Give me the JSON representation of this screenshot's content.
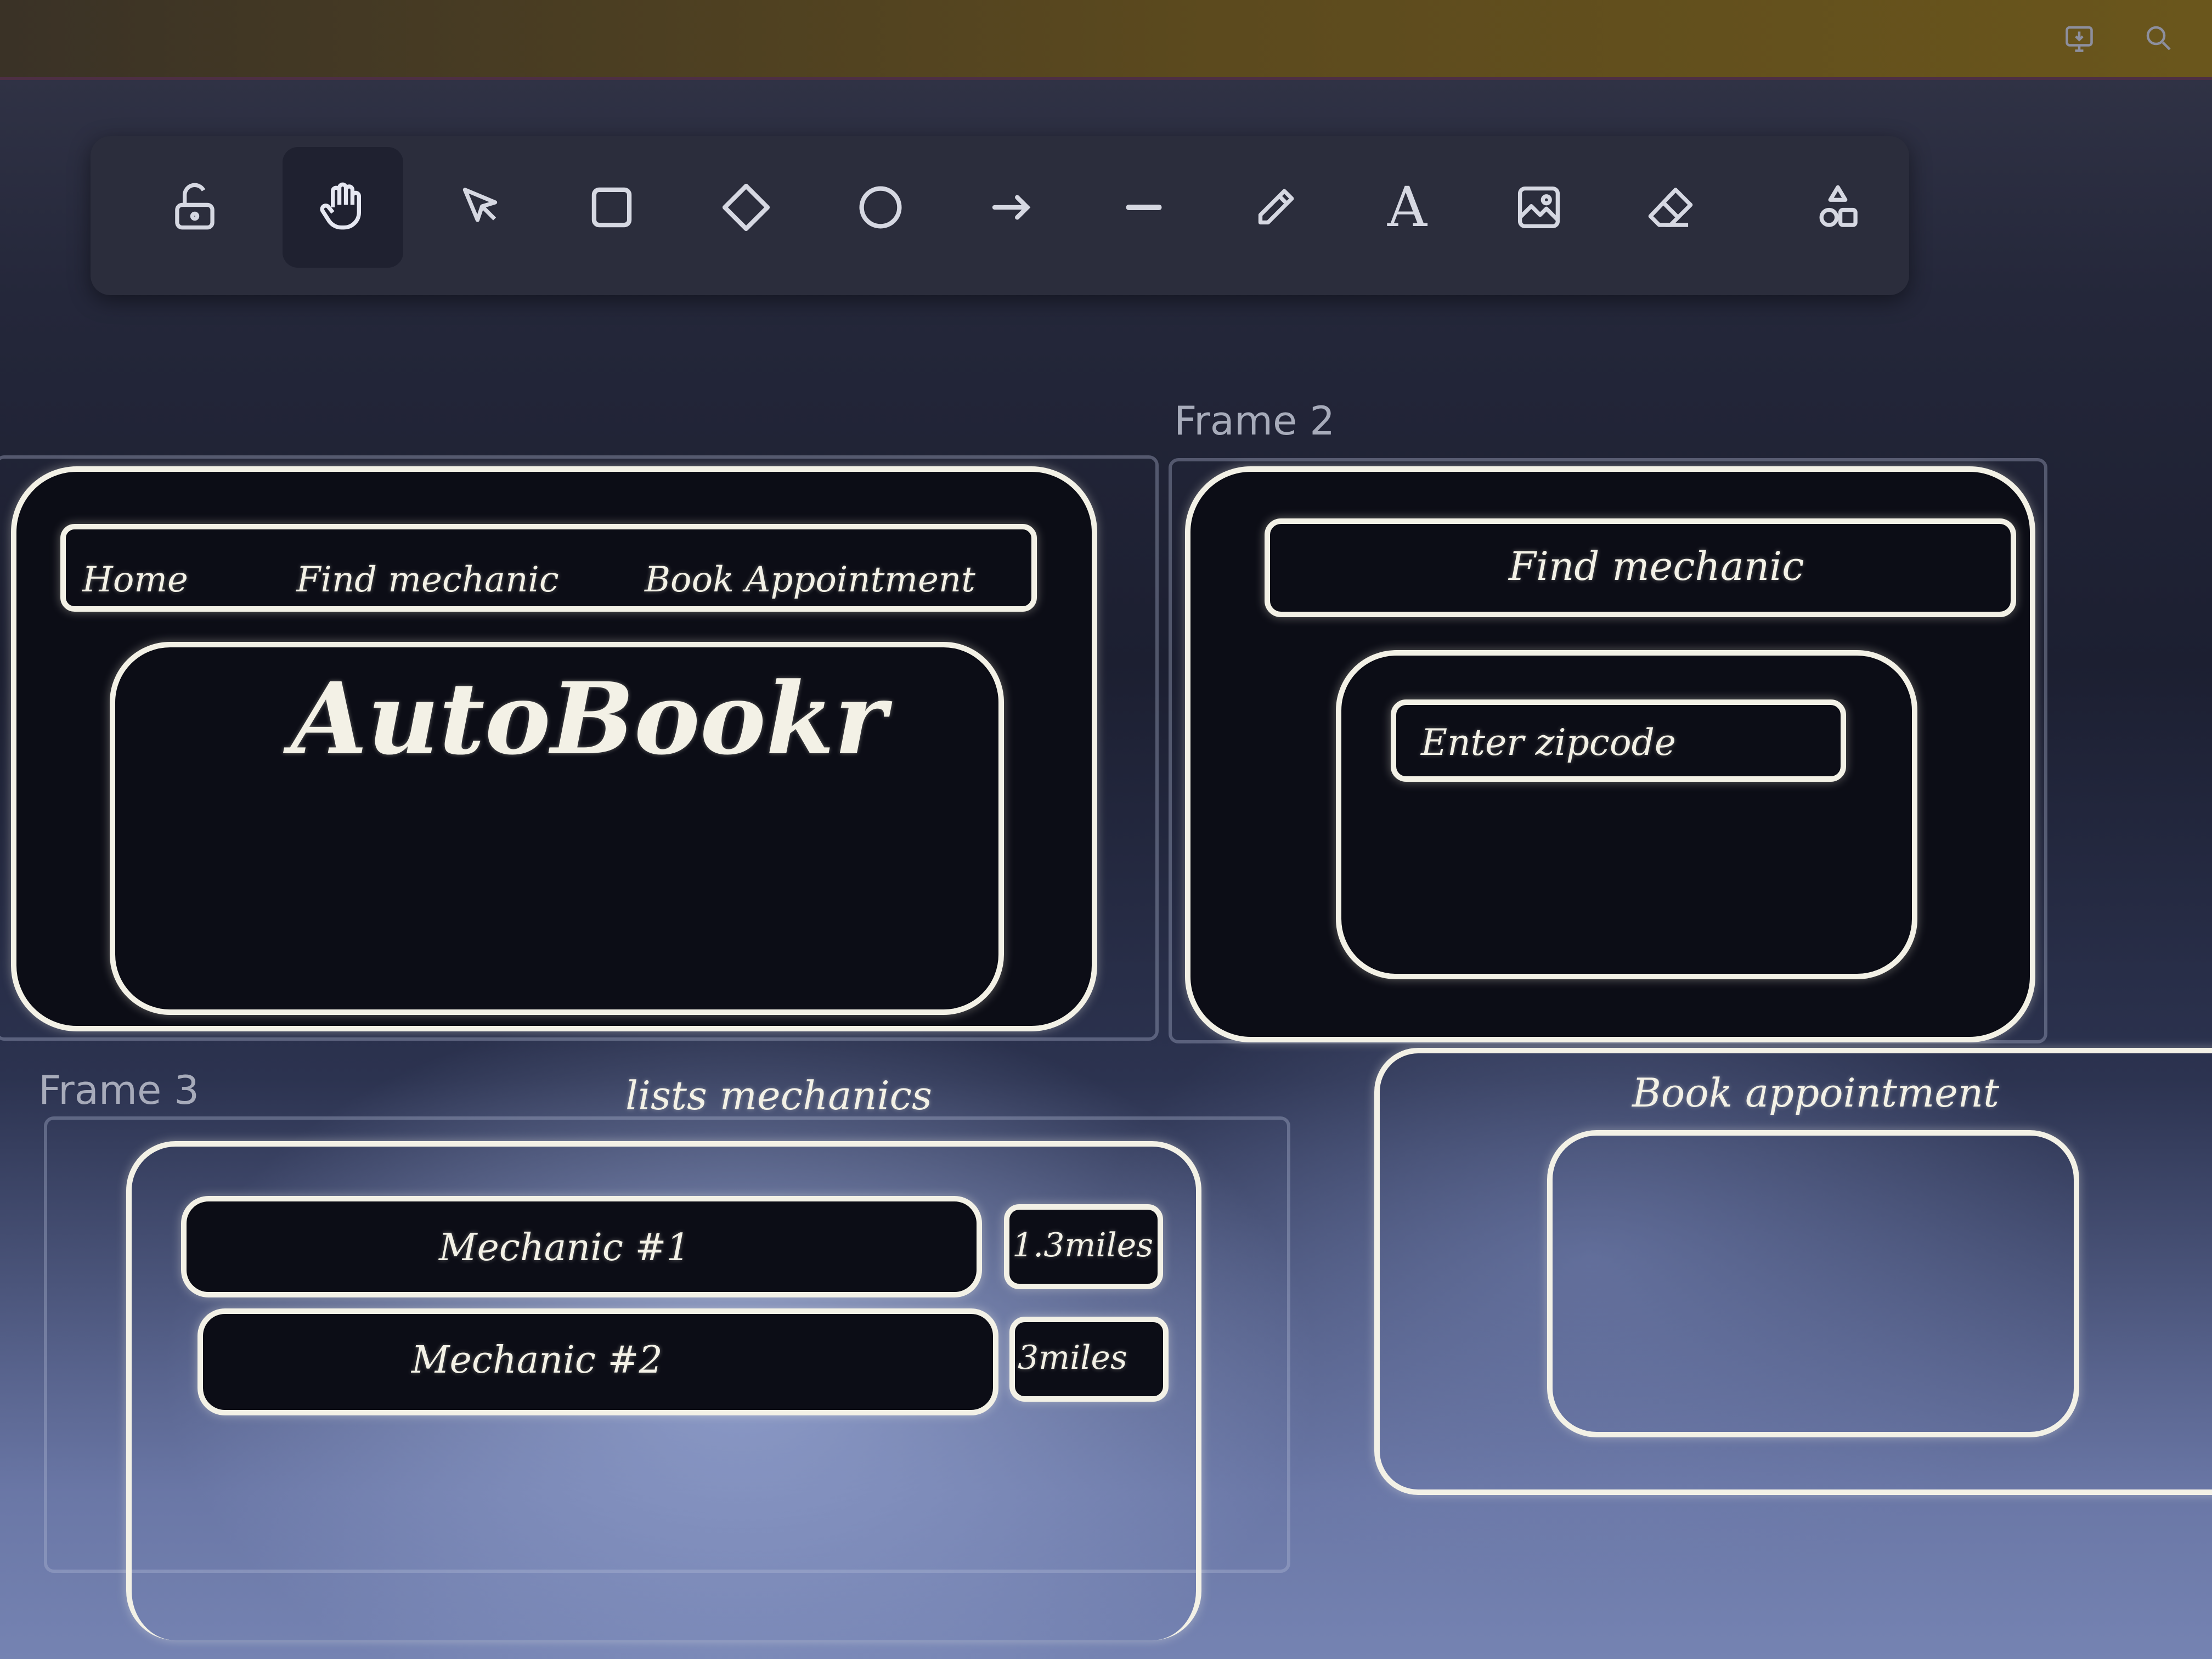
{
  "toolbar": {
    "tools": [
      {
        "name": "lock-icon",
        "label": "Lock"
      },
      {
        "name": "hand-icon",
        "label": "Hand",
        "active": true
      },
      {
        "name": "selection-icon",
        "label": "Selection"
      },
      {
        "name": "rectangle-icon",
        "label": "Rectangle"
      },
      {
        "name": "diamond-icon",
        "label": "Diamond"
      },
      {
        "name": "ellipse-icon",
        "label": "Ellipse"
      },
      {
        "name": "arrow-icon",
        "label": "Arrow"
      },
      {
        "name": "line-icon",
        "label": "Line"
      },
      {
        "name": "pencil-icon",
        "label": "Draw"
      },
      {
        "name": "text-icon",
        "label": "Text"
      },
      {
        "name": "image-icon",
        "label": "Image"
      },
      {
        "name": "eraser-icon",
        "label": "Eraser"
      },
      {
        "name": "shapes-icon",
        "label": "More tools"
      }
    ],
    "text_tool_glyph": "A"
  },
  "frames": {
    "frame2_label": "Frame 2",
    "frame3_label": "Frame 3"
  },
  "frame1": {
    "nav_home": "Home",
    "nav_find": "Find mechanic",
    "nav_book": "Book Appointment",
    "hero_title": "AutoBookr"
  },
  "frame2": {
    "header": "Find mechanic",
    "zipcode_field": "Enter zipcode"
  },
  "frame3": {
    "caption": "lists mechanics",
    "rows": [
      {
        "name": "Mechanic #1",
        "distance": "1.3miles"
      },
      {
        "name": "Mechanic #2",
        "distance": "3miles"
      }
    ]
  },
  "frame4": {
    "caption": "Book appointment"
  },
  "colors": {
    "sketch_stroke": "#f3f1e6",
    "toolbar_bg": "#2b2d3c",
    "canvas_bg": "#1c1f31"
  }
}
